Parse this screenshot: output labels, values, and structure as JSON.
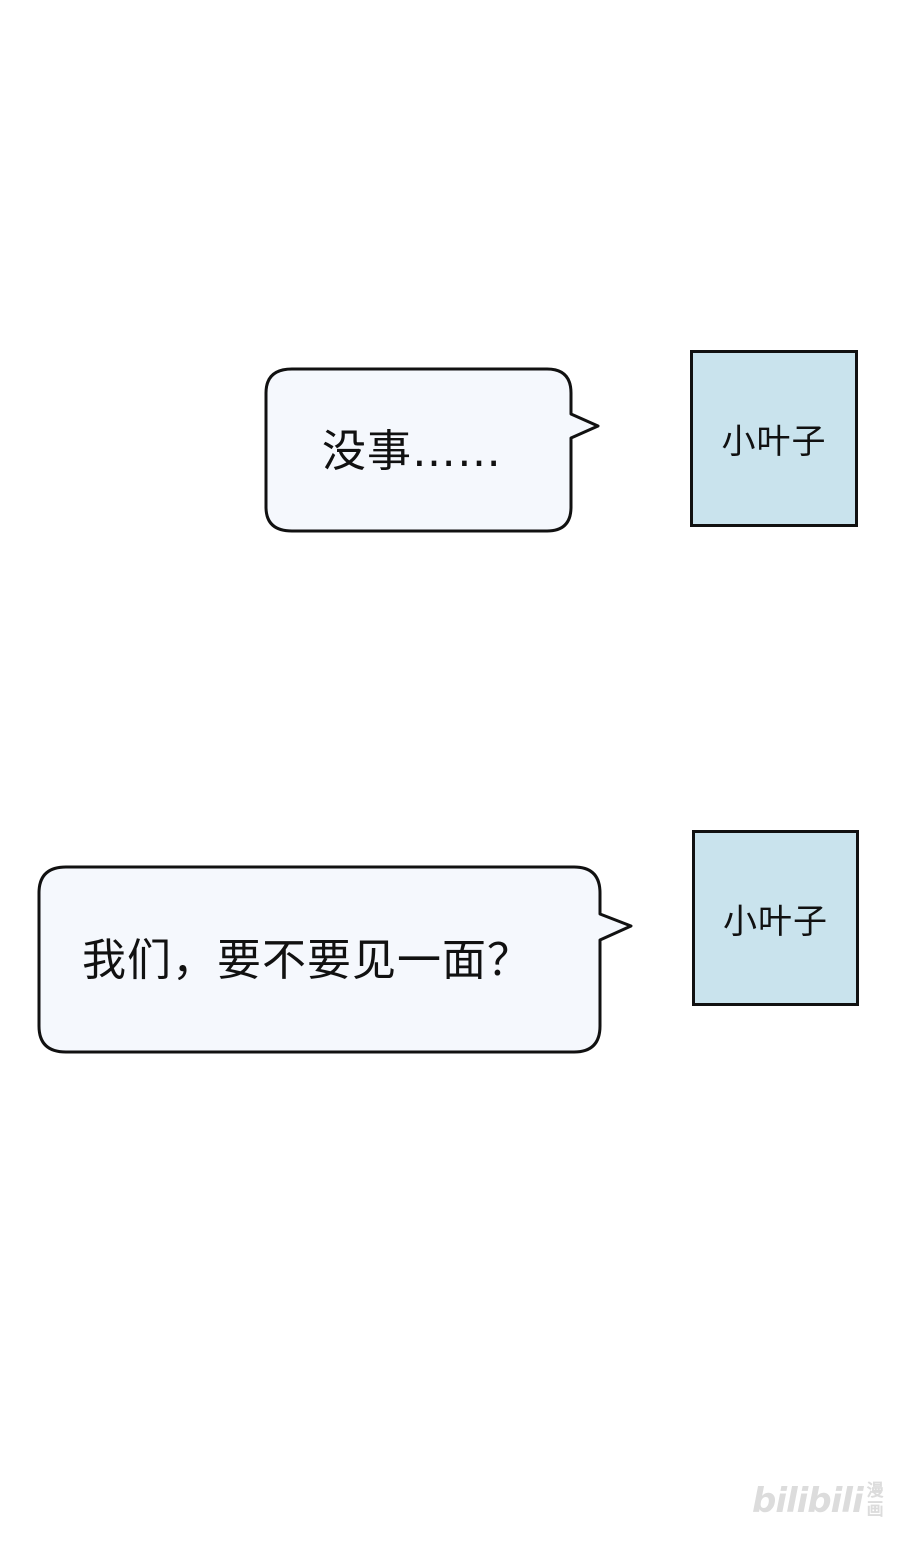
{
  "messages": [
    {
      "text": "没事……",
      "avatar_label": "小叶子"
    },
    {
      "text": "我们，要不要见一面？",
      "avatar_label": "小叶子"
    }
  ],
  "watermark": {
    "brand": "bilibili",
    "sub_line1": "漫",
    "sub_line2": "画"
  },
  "colors": {
    "bubble_fill": "#f5f8fd",
    "bubble_stroke": "#111111",
    "avatar_fill": "#c9e3ed",
    "watermark": "#dcdcdc"
  }
}
